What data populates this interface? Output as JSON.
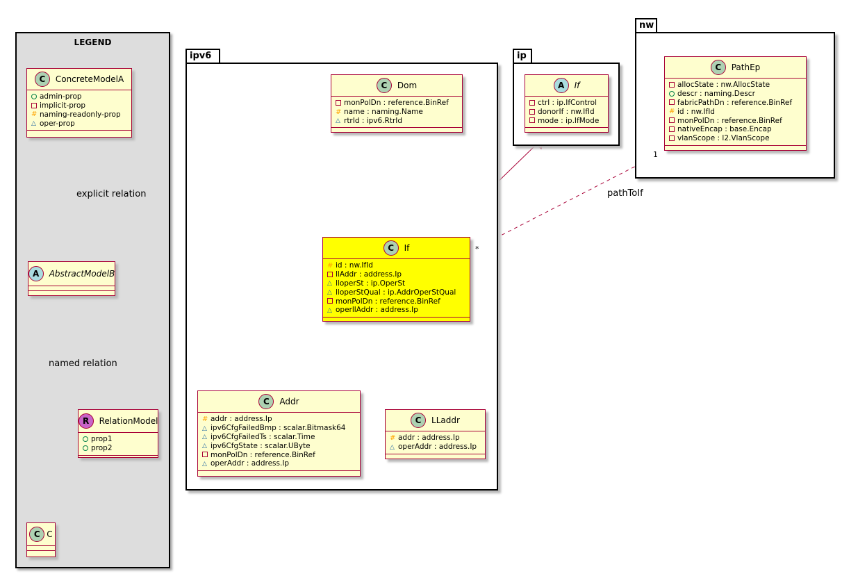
{
  "legend": {
    "title": "LEGEND",
    "concrete": {
      "name": "ConcreteModelA",
      "attrs": [
        "admin-prop",
        "implicit-prop",
        "naming-readonly-prop",
        "oper-prop"
      ]
    },
    "abstract": {
      "name": "AbstractModelB"
    },
    "relation": {
      "name": "RelationModel",
      "attrs": [
        "prop1",
        "prop2"
      ]
    },
    "c": {
      "name": "C"
    },
    "explicit_label": "explicit relation",
    "named_label": "named relation"
  },
  "packages": {
    "ipv6": "ipv6",
    "ip": "ip",
    "nw": "nw"
  },
  "classes": {
    "dom": {
      "name": "Dom",
      "attrs": [
        "monPolDn : reference.BinRef",
        "name : naming.Name",
        "rtrId : ipv6.RtrId"
      ]
    },
    "ipif": {
      "name": "If",
      "attrs": [
        "ctrl : ip.IfControl",
        "donorIf : nw.IfId",
        "mode : ip.IfMode"
      ]
    },
    "ipv6if": {
      "name": "If",
      "attrs": [
        "id : nw.IfId",
        "llAddr : address.Ip",
        "lloperSt : ip.OperSt",
        "lloperStQual : ip.AddrOperStQual",
        "monPolDn : reference.BinRef",
        "operllAddr : address.Ip"
      ]
    },
    "addr": {
      "name": "Addr",
      "attrs": [
        "addr : address.Ip",
        "ipv6CfgFailedBmp : scalar.Bitmask64",
        "ipv6CfgFailedTs : scalar.Time",
        "ipv6CfgState : scalar.UByte",
        "monPolDn : reference.BinRef",
        "operAddr : address.Ip"
      ]
    },
    "lladdr": {
      "name": "LLaddr",
      "attrs": [
        "addr : address.Ip",
        "operAddr : address.Ip"
      ]
    },
    "pathep": {
      "name": "PathEp",
      "attrs": [
        "allocState : nw.AllocState",
        "descr : naming.Descr",
        "fabricPathDn : reference.BinRef",
        "id : nw.IfId",
        "monPolDn : reference.BinRef",
        "nativeEncap : base.Encap",
        "vlanScope : l2.VlanScope"
      ]
    }
  },
  "relations": {
    "path_label": "pathToIf",
    "mult_one": "1",
    "mult_many": "*"
  },
  "colors": {
    "class_fill": "#fefece",
    "class_border": "#a80036",
    "highlight": "#ffff00",
    "legend_bg": "#dddddd"
  }
}
